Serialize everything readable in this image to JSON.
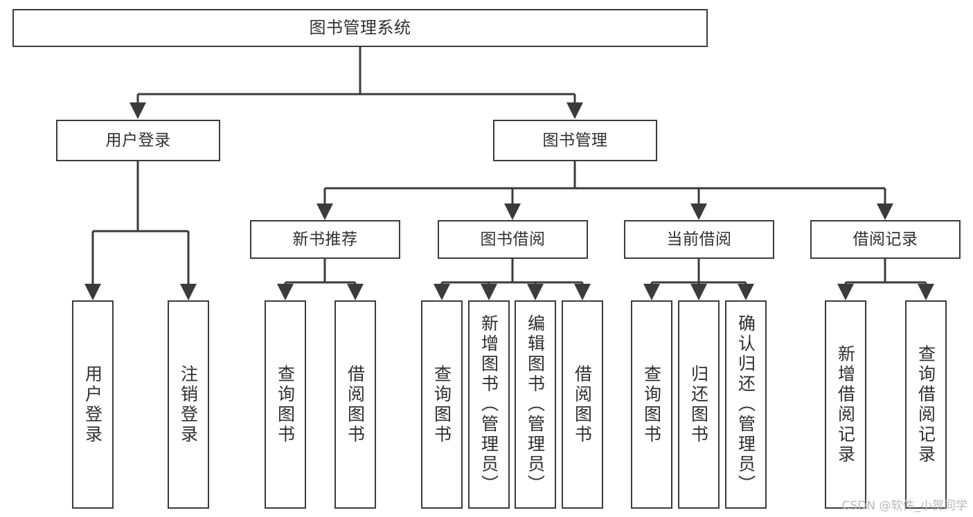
{
  "diagram": {
    "title": "图书管理系统",
    "type": "tree-hierarchy-chart",
    "colors": {
      "stroke": "#3b3b3b",
      "text": "#2f2f2f",
      "background": "#ffffff",
      "watermark": "#b9b9b9"
    }
  },
  "watermark": {
    "text": "CSDN @软件_小贺同学"
  },
  "nodes": {
    "root": {
      "label": "图书管理系统"
    },
    "level2": [
      {
        "label": "用户登录"
      },
      {
        "label": "图书管理"
      }
    ],
    "level3": [
      {
        "label": "新书推荐"
      },
      {
        "label": "图书借阅"
      },
      {
        "label": "当前借阅"
      },
      {
        "label": "借阅记录"
      }
    ],
    "leaves": {
      "user_login": [
        {
          "label": "用户登录"
        },
        {
          "label": "注销登录"
        }
      ],
      "new_book_recommend": [
        {
          "label": "查询图书"
        },
        {
          "label": "借阅图书"
        }
      ],
      "book_borrow": [
        {
          "label": "查询图书"
        },
        {
          "label": "新增图书（管理员）"
        },
        {
          "label": "编辑图书（管理员）"
        },
        {
          "label": "借阅图书"
        }
      ],
      "current_borrow": [
        {
          "label": "查询图书"
        },
        {
          "label": "归还图书"
        },
        {
          "label": "确认归还（管理员）"
        }
      ],
      "borrow_record": [
        {
          "label": "新增借阅记录"
        },
        {
          "label": "查询借阅记录"
        }
      ]
    }
  }
}
